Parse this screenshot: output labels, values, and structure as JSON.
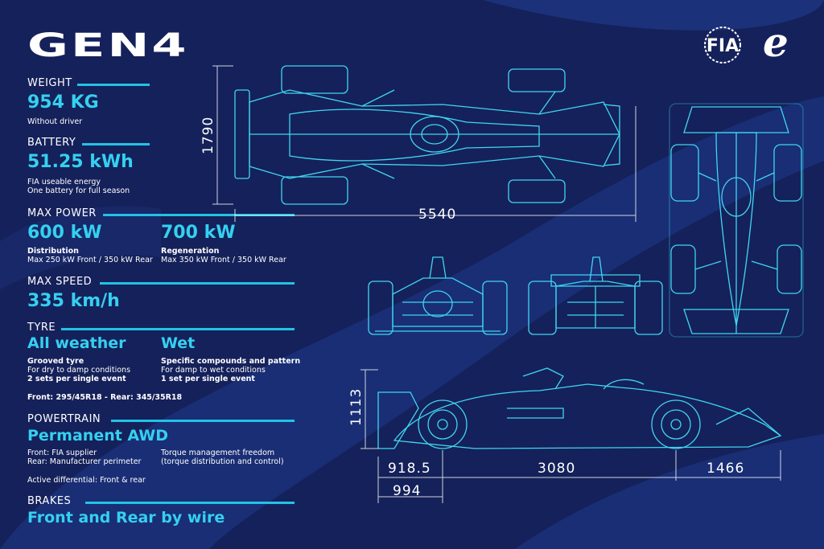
{
  "title": "GEN4",
  "brands": {
    "fia": "FIA",
    "fe": "e"
  },
  "weight": {
    "label": "WEIGHT",
    "value": "954 KG",
    "note": "Without driver"
  },
  "battery": {
    "label": "BATTERY",
    "value": "51.25 kWh",
    "note1": "FIA useable energy",
    "note2": "One battery for full season"
  },
  "max_power": {
    "label": "MAX POWER",
    "left": {
      "value": "600 kW",
      "heading": "Distribution",
      "note": "Max 250 kW Front / 350 kW Rear"
    },
    "right": {
      "value": "700 kW",
      "heading": "Regeneration",
      "note": "Max 350 kW Front / 350 kW Rear"
    }
  },
  "max_speed": {
    "label": "MAX SPEED",
    "value": "335 km/h"
  },
  "tyre": {
    "label": "TYRE",
    "left": {
      "value": "All weather",
      "heading": "Grooved tyre",
      "note1": "For dry to damp conditions",
      "note2": "2 sets per single event"
    },
    "right": {
      "value": "Wet",
      "heading": "Specific compounds and pattern",
      "note1": "For damp to wet conditions",
      "note2": "1 set per single event"
    },
    "sizes": "Front: 295/45R18 - Rear: 345/35R18"
  },
  "powertrain": {
    "label": "POWERTRAIN",
    "value": "Permanent AWD",
    "left1": "Front: FIA supplier",
    "left2": "Rear: Manufacturer perimeter",
    "right1": "Torque management freedom",
    "right2": "(torque distribution and control)",
    "diff": "Active differential: Front & rear"
  },
  "brakes": {
    "label": "BRAKES",
    "value": "Front and Rear by wire"
  },
  "dimensions": {
    "width": "1790",
    "length": "5540",
    "height": "1113",
    "front_overhang": "918.5",
    "wheelbase": "3080",
    "rear_overhang": "1466",
    "front_axle": "994"
  },
  "colors": {
    "background": "#15215a",
    "accent": "#35d0f0",
    "line": "#22c3e6"
  }
}
